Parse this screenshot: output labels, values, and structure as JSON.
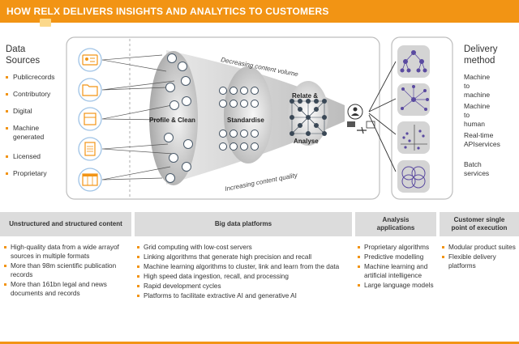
{
  "header": {
    "title": "HOW RELX DELIVERS INSIGHTS AND ANALYTICS TO CUSTOMERS",
    "accent_color": "#f29414"
  },
  "data_sources": {
    "title_line1": "Data",
    "title_line2": "Sources",
    "items": [
      "Publicrecords",
      "Contributory",
      "Digital",
      "Machine generated",
      "Licensed",
      "Proprietary"
    ],
    "icons": [
      "id-card-icon",
      "folder-icon",
      "database-icon",
      "document-icon",
      "calendar-icon"
    ]
  },
  "pipeline": {
    "profile_clean": "Profile & Clean",
    "standardise": "Standardise",
    "relate_line1": "Relate &",
    "relate_line2": "Analyse",
    "decreasing": "Decreasing content volume",
    "increasing": "Increasing content quality"
  },
  "delivery": {
    "title_line1": "Delivery",
    "title_line2": "method",
    "items": [
      {
        "line1": "Machine to",
        "line2": "machine"
      },
      {
        "line1": "Machine to",
        "line2": "human"
      },
      {
        "line1": "Real-time",
        "line2": "APIservices"
      },
      {
        "line1": "Batch",
        "line2": "services"
      }
    ],
    "icons": [
      "hierarchy-icon",
      "network-icon",
      "scatter-plot-icon",
      "venn-icon"
    ]
  },
  "bottom": {
    "col1": {
      "header": "Unstructured and structured content",
      "items": [
        "High-quality data from a wide arrayof sources in multiple formats",
        "More than 98m scientific publication records",
        "More than 161bn legal and news documents and records"
      ]
    },
    "col2": {
      "header": "Big data platforms",
      "items": [
        "Grid computing with low-cost servers",
        "Linking algorithms that generate high precision and recall",
        "Machine learning algorithms to cluster, link and learn from the data",
        "High speed data ingestion, recall, and processing",
        "Rapid development cycles",
        "Platforms to facilitate extractive AI and generative AI"
      ]
    },
    "col3": {
      "header_line1": "Analysis",
      "header_line2": "applications",
      "items": [
        "Proprietary algorithms",
        "Predictive modelling",
        "Machine learning and artificial intelligence",
        "Large language models"
      ]
    },
    "col4": {
      "header_line1": "Customer single",
      "header_line2": "point of execution",
      "items": [
        "Modular product suites",
        "Flexible delivery platforms"
      ]
    }
  }
}
